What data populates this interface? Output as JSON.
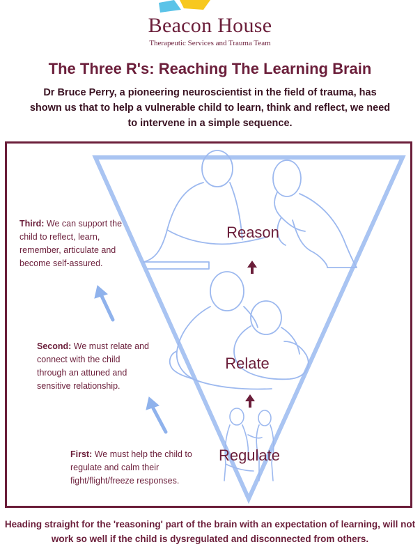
{
  "brand": {
    "name": "Beacon House",
    "tagline": "Therapeutic Services and Trauma Team",
    "logo_colors": [
      "#f7c81e",
      "#5bc3e8"
    ]
  },
  "title": "The Three R's: Reaching The Learning Brain",
  "intro": "Dr Bruce Perry, a pioneering neuroscientist in the field of trauma, has shown us that to help a vulnerable child to learn, think and reflect, we need to intervene in a simple sequence.",
  "stages": {
    "reason": "Reason",
    "relate": "Relate",
    "regulate": "Regulate"
  },
  "notes": {
    "third": {
      "lead": "Third:",
      "text": " We can support the child to reflect, learn, remember, articulate and become self-assured."
    },
    "second": {
      "lead": "Second:",
      "text": " We must relate and connect with the child through an attuned and sensitive relationship."
    },
    "first": {
      "lead": "First:",
      "text": " We must help the child to regulate and calm their fight/flight/freeze responses."
    }
  },
  "footer": "Heading straight for the 'reasoning' part of the brain with an expectation of learning, will not work so well if the child is dysregulated and disconnected from others.",
  "colors": {
    "maroon": "#6b1e3a",
    "triangle_blue": "#a9c4f2",
    "figure_blue": "#9db9ef",
    "arrow_blue": "#8fb2ec"
  }
}
